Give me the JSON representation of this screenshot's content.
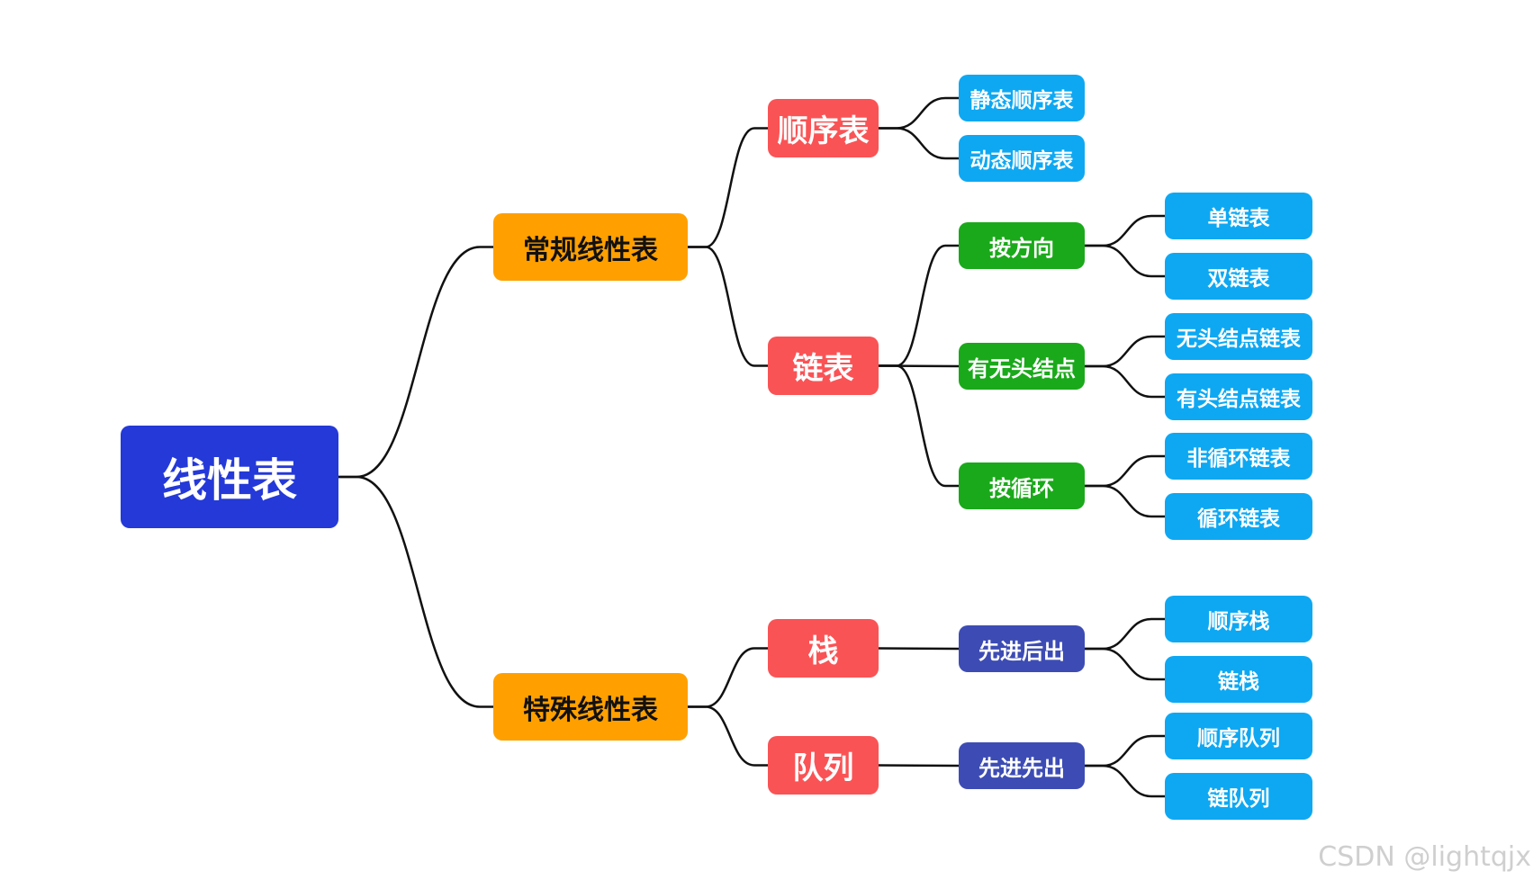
{
  "diagram": {
    "root": "线性表",
    "branches": [
      {
        "label": "常规线性表",
        "children": [
          {
            "label": "顺序表",
            "children": [
              {
                "label": "静态顺序表"
              },
              {
                "label": "动态顺序表"
              }
            ]
          },
          {
            "label": "链表",
            "children": [
              {
                "label": "按方向",
                "children": [
                  {
                    "label": "单链表"
                  },
                  {
                    "label": "双链表"
                  }
                ]
              },
              {
                "label": "有无头结点",
                "children": [
                  {
                    "label": "无头结点链表"
                  },
                  {
                    "label": "有头结点链表"
                  }
                ]
              },
              {
                "label": "按循环",
                "children": [
                  {
                    "label": "非循环链表"
                  },
                  {
                    "label": "循环链表"
                  }
                ]
              }
            ]
          }
        ]
      },
      {
        "label": "特殊线性表",
        "children": [
          {
            "label": "栈",
            "children": [
              {
                "label": "先进后出",
                "children": [
                  {
                    "label": "顺序栈"
                  },
                  {
                    "label": "链栈"
                  }
                ]
              }
            ]
          },
          {
            "label": "队列",
            "children": [
              {
                "label": "先进先出",
                "children": [
                  {
                    "label": "顺序队列"
                  },
                  {
                    "label": "链队列"
                  }
                ]
              }
            ]
          }
        ]
      }
    ]
  },
  "colors": {
    "root": "#2439d8",
    "branch": "#ffa000",
    "category": "#fa5355",
    "group_green": "#1aa91a",
    "group_purple": "#3d4cb4",
    "leaf": "#0ea8f2",
    "connector": "#111111"
  },
  "watermark": "CSDN @lightqjx"
}
